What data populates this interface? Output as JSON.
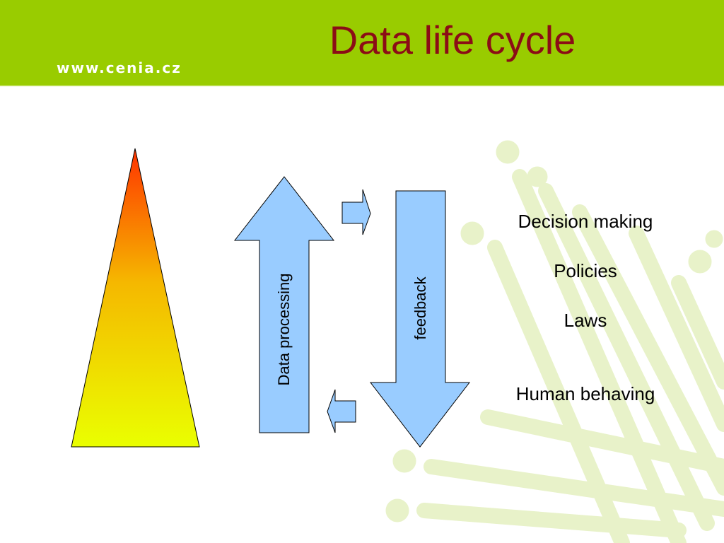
{
  "slide": {
    "title": "Data life cycle",
    "website": "www.cenia.cz"
  },
  "diagram": {
    "up_arrow_label": "Data processing",
    "down_arrow_label": "feedback",
    "items": [
      "Decision making",
      "Policies",
      "Laws",
      "Human behaving"
    ]
  },
  "colors": {
    "header_green": "#99cc00",
    "title_red": "#8b0d16",
    "arrow_fill": "#99ccff",
    "triangle_top": "#ff3300",
    "triangle_mid": "#f5b800",
    "triangle_bottom": "#eaff00",
    "decor_green": "#e8f2c9"
  }
}
